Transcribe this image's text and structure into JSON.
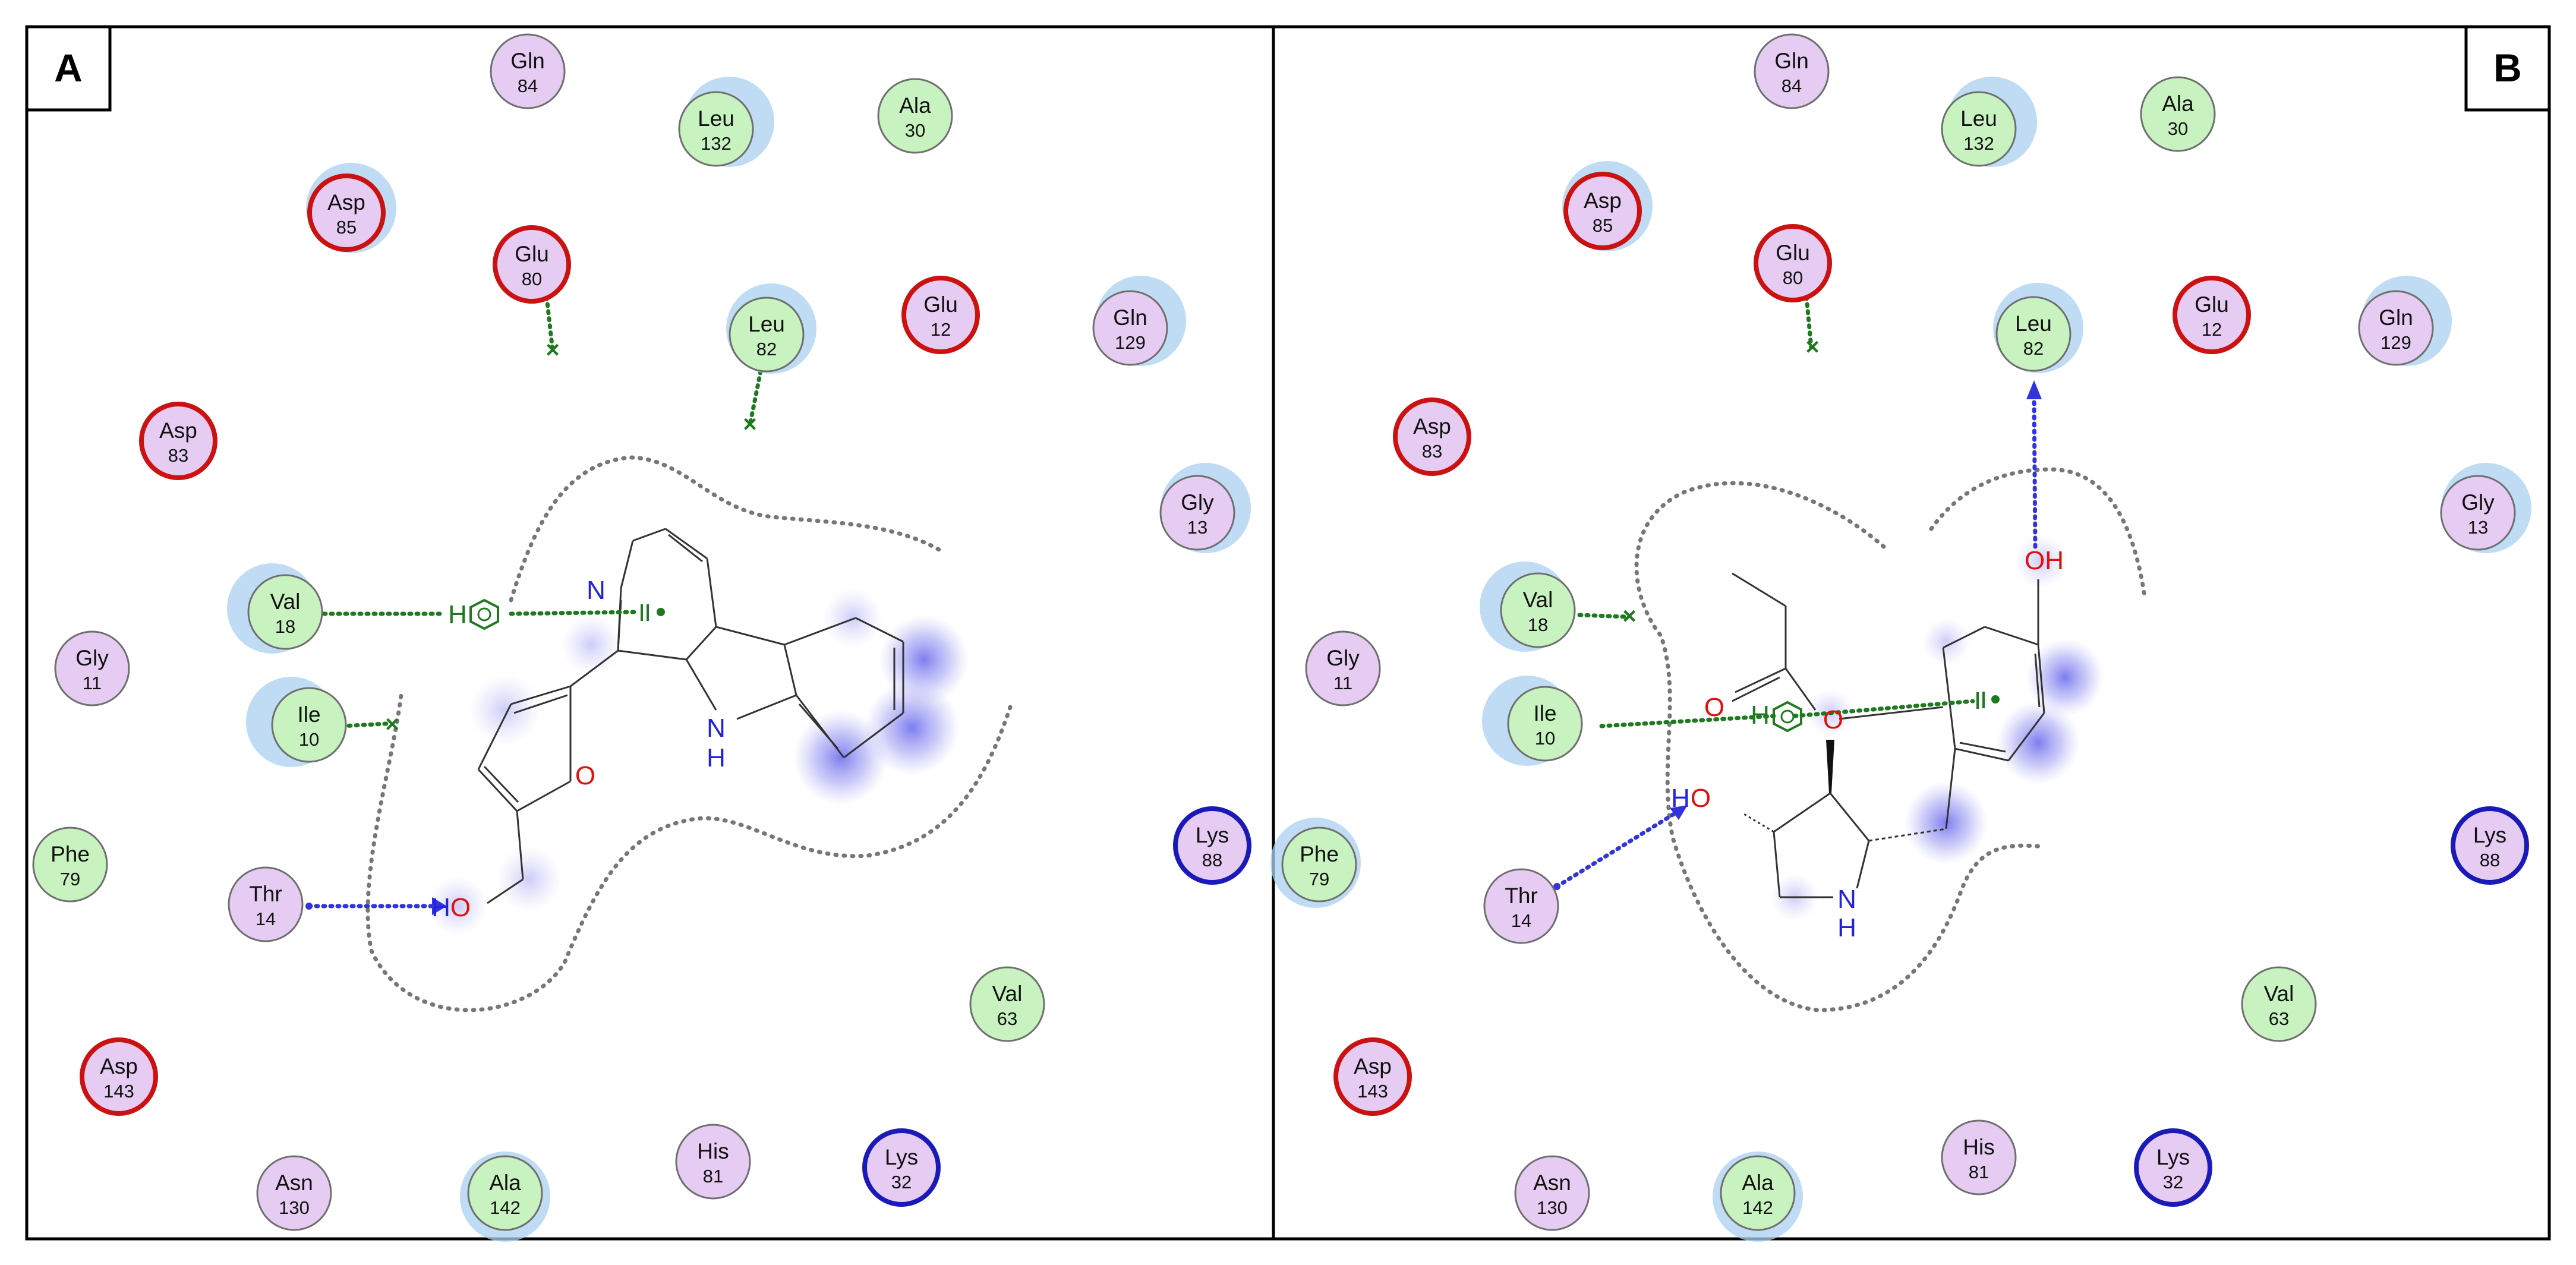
{
  "panels": [
    {
      "label": "A",
      "residues": [
        {
          "name": "Gln",
          "num": "84",
          "fill": "#e6ccf2",
          "ring": "#6f6f6f",
          "halo": false
        },
        {
          "name": "Leu",
          "num": "132",
          "fill": "#c8f2c0",
          "ring": "#6f6f6f",
          "halo": true
        },
        {
          "name": "Ala",
          "num": "30",
          "fill": "#c8f2c0",
          "ring": "#6f6f6f",
          "halo": false
        },
        {
          "name": "Asp",
          "num": "85",
          "fill": "#e6ccf2",
          "ring": "#cc1111",
          "halo": true
        },
        {
          "name": "Glu",
          "num": "80",
          "fill": "#e6ccf2",
          "ring": "#cc1111",
          "halo": false
        },
        {
          "name": "Leu",
          "num": "82",
          "fill": "#c8f2c0",
          "ring": "#6f6f6f",
          "halo": true
        },
        {
          "name": "Glu",
          "num": "12",
          "fill": "#e6ccf2",
          "ring": "#cc1111",
          "halo": false
        },
        {
          "name": "Gln",
          "num": "129",
          "fill": "#e6ccf2",
          "ring": "#6f6f6f",
          "halo": true
        },
        {
          "name": "Asp",
          "num": "83",
          "fill": "#e6ccf2",
          "ring": "#cc1111",
          "halo": false
        },
        {
          "name": "Gly",
          "num": "13",
          "fill": "#e6ccf2",
          "ring": "#6f6f6f",
          "halo": true
        },
        {
          "name": "Val",
          "num": "18",
          "fill": "#c8f2c0",
          "ring": "#6f6f6f",
          "halo": true
        },
        {
          "name": "Gly",
          "num": "11",
          "fill": "#e6ccf2",
          "ring": "#6f6f6f",
          "halo": false
        },
        {
          "name": "Ile",
          "num": "10",
          "fill": "#c8f2c0",
          "ring": "#6f6f6f",
          "halo": true
        },
        {
          "name": "Phe",
          "num": "79",
          "fill": "#c8f2c0",
          "ring": "#6f6f6f",
          "halo": false
        },
        {
          "name": "Lys",
          "num": "88",
          "fill": "#e6ccf2",
          "ring": "#1a1ab8",
          "halo": false
        },
        {
          "name": "Thr",
          "num": "14",
          "fill": "#e6ccf2",
          "ring": "#6f6f6f",
          "halo": false
        },
        {
          "name": "Val",
          "num": "63",
          "fill": "#c8f2c0",
          "ring": "#6f6f6f",
          "halo": false
        },
        {
          "name": "Asp",
          "num": "143",
          "fill": "#e6ccf2",
          "ring": "#cc1111",
          "halo": false
        },
        {
          "name": "His",
          "num": "81",
          "fill": "#e6ccf2",
          "ring": "#6f6f6f",
          "halo": false
        },
        {
          "name": "Lys",
          "num": "32",
          "fill": "#e6ccf2",
          "ring": "#1a1ab8",
          "halo": false
        },
        {
          "name": "Asn",
          "num": "130",
          "fill": "#e6ccf2",
          "ring": "#6f6f6f",
          "halo": false
        },
        {
          "name": "Ala",
          "num": "142",
          "fill": "#c8f2c0",
          "ring": "#6f6f6f",
          "halo": true
        }
      ],
      "atom_labels": [
        {
          "text": "H",
          "color": "#1f7a1f"
        },
        {
          "text": "N",
          "color": "#2222dd"
        },
        {
          "text": "N",
          "color": "#2222dd"
        },
        {
          "text": "H",
          "color": "#2222dd"
        },
        {
          "text": "O",
          "color": "#dd1111"
        },
        {
          "text": "H",
          "color": "#2222dd"
        },
        {
          "text": "O",
          "color": "#dd1111"
        }
      ]
    },
    {
      "label": "B",
      "residues": [
        {
          "name": "Gln",
          "num": "84",
          "fill": "#e6ccf2",
          "ring": "#6f6f6f",
          "halo": false
        },
        {
          "name": "Leu",
          "num": "132",
          "fill": "#c8f2c0",
          "ring": "#6f6f6f",
          "halo": true
        },
        {
          "name": "Ala",
          "num": "30",
          "fill": "#c8f2c0",
          "ring": "#6f6f6f",
          "halo": false
        },
        {
          "name": "Asp",
          "num": "85",
          "fill": "#e6ccf2",
          "ring": "#cc1111",
          "halo": true
        },
        {
          "name": "Glu",
          "num": "80",
          "fill": "#e6ccf2",
          "ring": "#cc1111",
          "halo": false
        },
        {
          "name": "Leu",
          "num": "82",
          "fill": "#c8f2c0",
          "ring": "#6f6f6f",
          "halo": true
        },
        {
          "name": "Glu",
          "num": "12",
          "fill": "#e6ccf2",
          "ring": "#cc1111",
          "halo": false
        },
        {
          "name": "Gln",
          "num": "129",
          "fill": "#e6ccf2",
          "ring": "#6f6f6f",
          "halo": true
        },
        {
          "name": "Asp",
          "num": "83",
          "fill": "#e6ccf2",
          "ring": "#cc1111",
          "halo": false
        },
        {
          "name": "Gly",
          "num": "13",
          "fill": "#e6ccf2",
          "ring": "#6f6f6f",
          "halo": true
        },
        {
          "name": "Val",
          "num": "18",
          "fill": "#c8f2c0",
          "ring": "#6f6f6f",
          "halo": true
        },
        {
          "name": "Gly",
          "num": "11",
          "fill": "#e6ccf2",
          "ring": "#6f6f6f",
          "halo": false
        },
        {
          "name": "Ile",
          "num": "10",
          "fill": "#c8f2c0",
          "ring": "#6f6f6f",
          "halo": true
        },
        {
          "name": "Phe",
          "num": "79",
          "fill": "#c8f2c0",
          "ring": "#6f6f6f",
          "halo": true
        },
        {
          "name": "Lys",
          "num": "88",
          "fill": "#e6ccf2",
          "ring": "#1a1ab8",
          "halo": false
        },
        {
          "name": "Thr",
          "num": "14",
          "fill": "#e6ccf2",
          "ring": "#6f6f6f",
          "halo": false
        },
        {
          "name": "Val",
          "num": "63",
          "fill": "#c8f2c0",
          "ring": "#6f6f6f",
          "halo": false
        },
        {
          "name": "Asp",
          "num": "143",
          "fill": "#e6ccf2",
          "ring": "#cc1111",
          "halo": false
        },
        {
          "name": "His",
          "num": "81",
          "fill": "#e6ccf2",
          "ring": "#6f6f6f",
          "halo": false
        },
        {
          "name": "Lys",
          "num": "32",
          "fill": "#e6ccf2",
          "ring": "#1a1ab8",
          "halo": false
        },
        {
          "name": "Asn",
          "num": "130",
          "fill": "#e6ccf2",
          "ring": "#6f6f6f",
          "halo": false
        },
        {
          "name": "Ala",
          "num": "142",
          "fill": "#c8f2c0",
          "ring": "#6f6f6f",
          "halo": true
        }
      ],
      "atom_labels": [
        {
          "text": "OH",
          "color": "#dd1111"
        },
        {
          "text": "O",
          "color": "#dd1111"
        },
        {
          "text": "H",
          "color": "#1f7a1f"
        },
        {
          "text": "O",
          "color": "#dd1111"
        },
        {
          "text": "H",
          "color": "#2222dd"
        },
        {
          "text": "O",
          "color": "#dd1111"
        },
        {
          "text": "N",
          "color": "#2222dd"
        },
        {
          "text": "H",
          "color": "#2222dd"
        }
      ]
    }
  ],
  "colors": {
    "polar_fill": "#e6ccf2",
    "hydrophobic_fill": "#c8f2c0",
    "acidic_ring": "#cc1111",
    "basic_ring": "#1a1ab8",
    "neutral_ring": "#6f6f6f",
    "halo": "#aad0f0",
    "pi_interaction": "#1f7a1f",
    "hbond": "#3333dd",
    "contour": "#777777",
    "exposure": "#7777ee"
  }
}
